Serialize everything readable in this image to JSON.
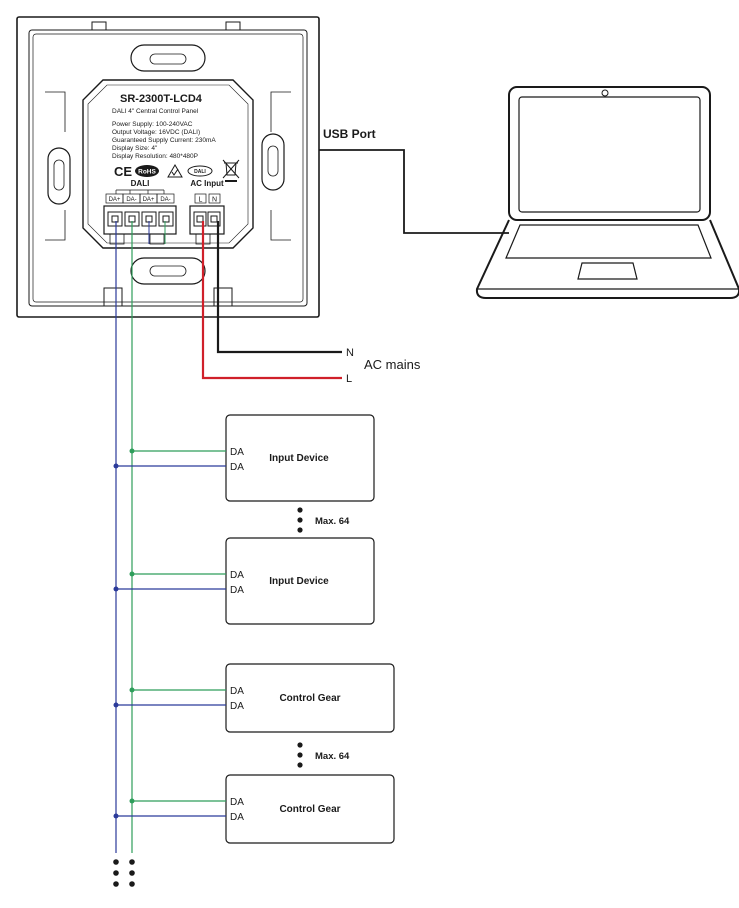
{
  "panel": {
    "model": "SR-2300T-LCD4",
    "subtitle": "DALI 4\" Central Control Panel",
    "specs": [
      "Power Supply: 100-240VAC",
      "Output Voltage: 16VDC (DALI)",
      "Guaranteed Supply Current: 230mA",
      "Display Size: 4\"",
      "Display Resolution: 480*480P"
    ],
    "marks": {
      "ce": "CE",
      "rohs": "RoHS",
      "dali_logo": "DALI"
    },
    "dali_label": "DALI",
    "dali_terminals": [
      "DA+",
      "DA-",
      "DA+",
      "DA-"
    ],
    "ac_label": "AC Input",
    "ac_terminals": [
      "L",
      "N"
    ]
  },
  "usb_label": "USB Port",
  "mains": {
    "n_label": "N",
    "l_label": "L",
    "caption": "AC mains"
  },
  "devices": [
    {
      "name": "Input Device",
      "pins": [
        "DA",
        "DA"
      ]
    },
    {
      "name": "Input Device",
      "pins": [
        "DA",
        "DA"
      ]
    },
    {
      "name": "Control Gear",
      "pins": [
        "DA",
        "DA"
      ]
    },
    {
      "name": "Control Gear",
      "pins": [
        "DA",
        "DA"
      ]
    }
  ],
  "max_labels": [
    "Max. 64",
    "Max. 64"
  ],
  "colors": {
    "line": "#1a1a1a",
    "wire_green": "#2e9e5b",
    "wire_blue": "#2b3a9a",
    "wire_red": "#d0202a",
    "wire_black": "#1a1a1a"
  }
}
